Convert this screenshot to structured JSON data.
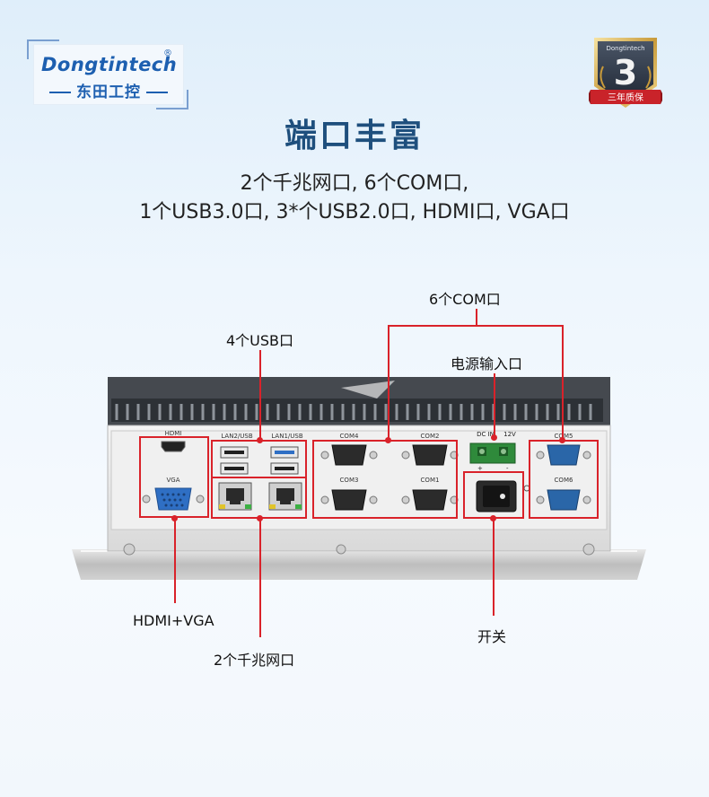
{
  "logo": {
    "brand": "Dongtintech",
    "registered": "®",
    "name_cn": "东田工控"
  },
  "badge": {
    "brand": "Dongtintech",
    "number": "3",
    "text": "三年质保"
  },
  "title": "端口丰富",
  "subtitle": {
    "line1": "2个千兆网口, 6个COM口,",
    "line2": "1个USB3.0口, 3*个USB2.0口, HDMI口, VGA口"
  },
  "device_labels": {
    "hdmi": "HDMI",
    "vga": "VGA",
    "lan2": "LAN2/USB",
    "lan1": "LAN1/USB",
    "com4": "COM4",
    "com2": "COM2",
    "com3": "COM3",
    "com1": "COM1",
    "dc_in": "DC IN",
    "voltage": "12V",
    "com5": "COM5",
    "com6": "COM6",
    "plus": "+",
    "minus": "-"
  },
  "callouts": {
    "com": "6个COM口",
    "power_input": "电源输入口",
    "usb": "4个USB口",
    "hdmi_vga": "HDMI+VGA",
    "switch": "开关",
    "lan": "2个千兆网口"
  },
  "colors": {
    "accent_red": "#d9222a",
    "title_blue": "#1e4f7d",
    "brand_blue": "#1d5fb0",
    "vga_blue": "#2f6fc4",
    "com_blue": "#2a66a8"
  }
}
